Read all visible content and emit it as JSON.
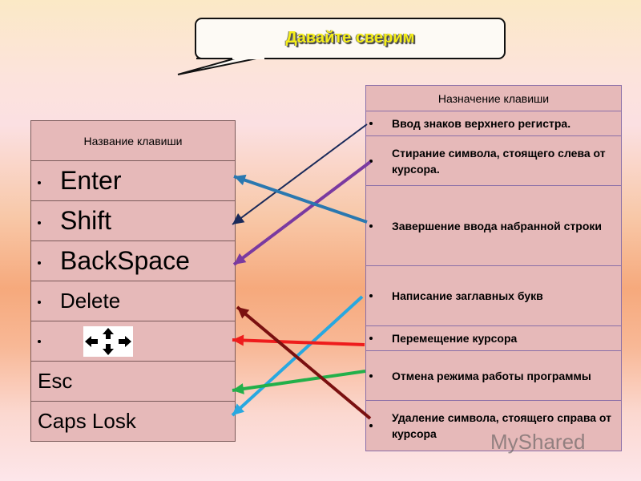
{
  "title": "Давайте сверим",
  "left_table": {
    "header": "Название клавиши",
    "rows": [
      "Enter",
      "Shift",
      "BackSpace",
      "Delete",
      "",
      "Esc",
      "Caps Losk"
    ]
  },
  "right_table": {
    "header": "Назначение клавиши",
    "rows": [
      "Ввод знаков верхнего регистра.",
      "Стирание символа, стоящего слева от курсора.",
      "Завершение ввода набранной строки",
      "Написание заглавных букв",
      "Перемещение курсора",
      "Отмена режима работы программы",
      "Удаление символа, стоящего справа от курсора"
    ]
  },
  "colors": {
    "navy": "#1a2a5a",
    "purple": "#7a3aa0",
    "steel_blue": "#2a78b0",
    "light_blue": "#28a8e0",
    "red": "#ee1c1c",
    "green": "#22b04a",
    "dark_red": "#7a1010"
  },
  "watermark": "MyShared"
}
